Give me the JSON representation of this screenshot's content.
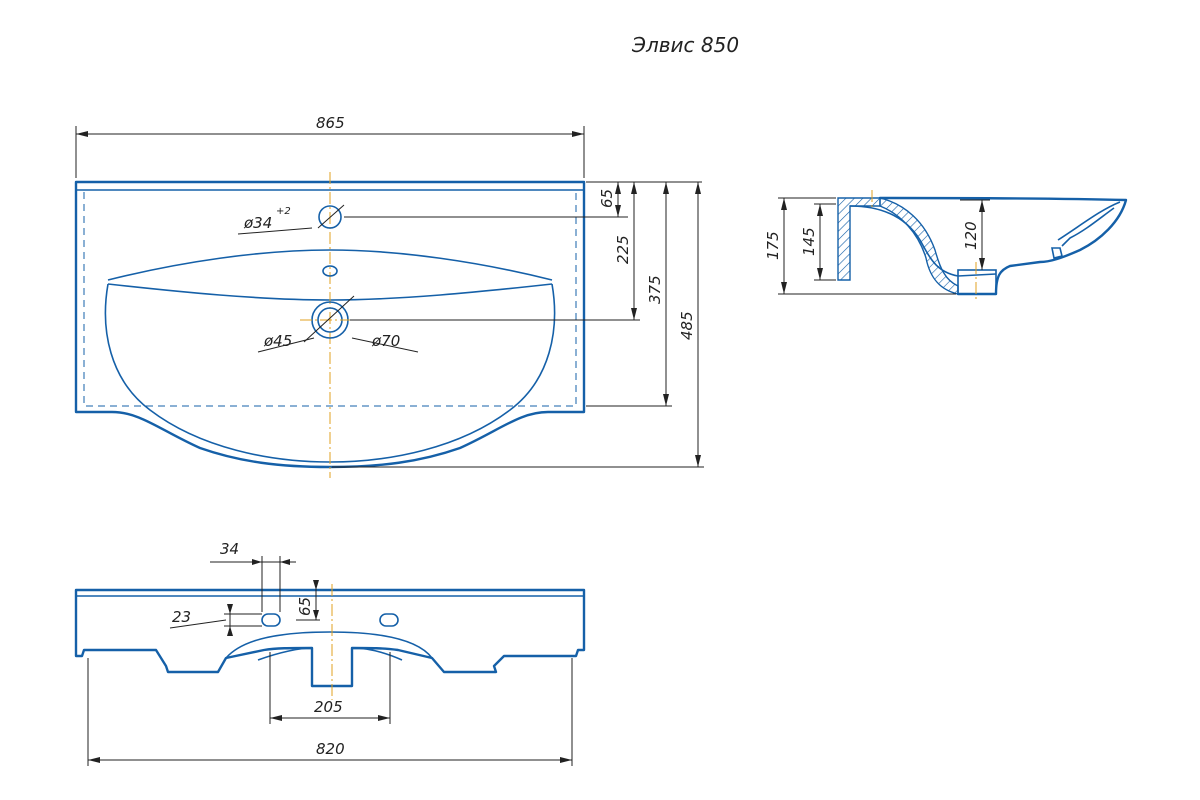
{
  "title": "Элвис 850",
  "top_view": {
    "width": "865",
    "d_overflow": "65",
    "d_tap": "225",
    "d_drain": "375",
    "d_depth_inner": "485",
    "tap_hole": "ø34",
    "tap_tol": "+2",
    "drain_inner": "ø45",
    "drain_outer": "ø70"
  },
  "side_view": {
    "h_total": "175",
    "h_body": "145",
    "h_bowl": "120"
  },
  "front_view": {
    "w_slot": "34",
    "d_slot": "65",
    "h_slot": "23",
    "w_drain": "205",
    "w_total": "820"
  },
  "colors": {
    "outline": "#1560a8",
    "axis": "#e0a020",
    "dimension": "#222222"
  }
}
